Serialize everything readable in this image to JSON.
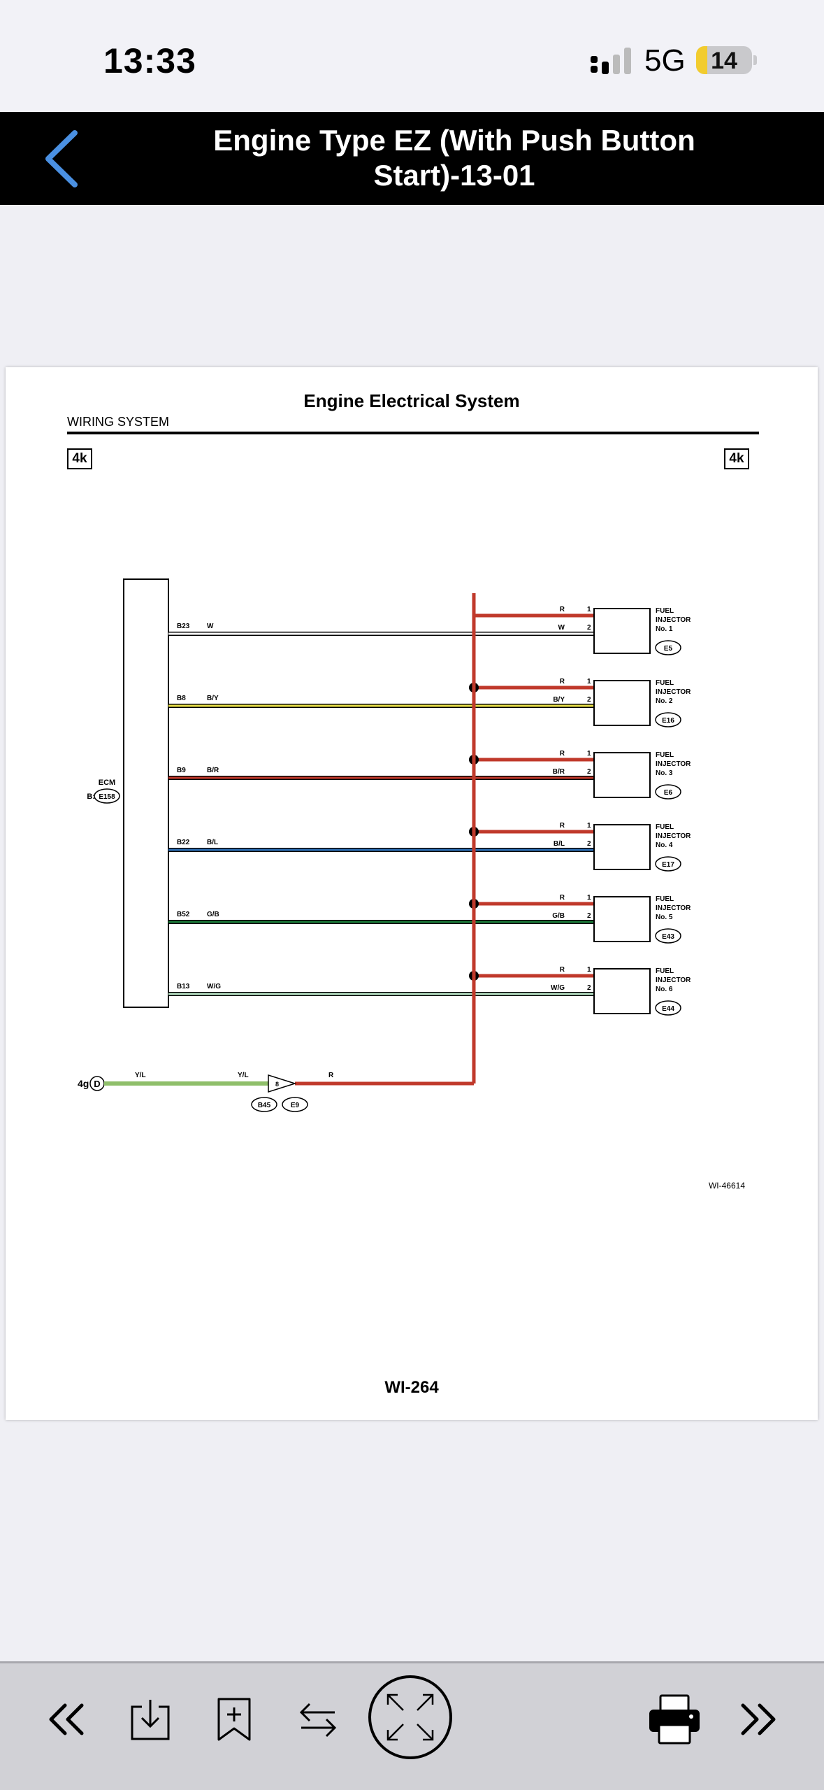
{
  "status_bar": {
    "time": "13:33",
    "network": "5G",
    "battery": "14"
  },
  "nav": {
    "title": "Engine Type EZ (With Push Button Start)-13-01"
  },
  "document": {
    "title": "Engine Electrical System",
    "section": "WIRING SYSTEM",
    "badge_left": "4k",
    "badge_right": "4k",
    "figure_id": "WI-46614",
    "page_number": "WI-264"
  },
  "diagram": {
    "ecm": {
      "label": "ECM",
      "connector_prefix": "B:",
      "connector": "E158"
    },
    "ground": {
      "pin": "4g",
      "symbol": "D",
      "color_left": "Y/L"
    },
    "junction": {
      "color_in": "Y/L",
      "color_out": "R",
      "pin": "8",
      "connectors": [
        "B45",
        "E9"
      ]
    },
    "circuits": [
      {
        "ecm_pin": "B23",
        "wire_color": "W",
        "supply_color": "R",
        "supply_pin": "1",
        "signal_color": "W",
        "signal_pin": "2",
        "injector": [
          "FUEL",
          "INJECTOR",
          "No. 1"
        ],
        "connector": "E5",
        "stripe": "#ffffff"
      },
      {
        "ecm_pin": "B8",
        "wire_color": "B/Y",
        "supply_color": "R",
        "supply_pin": "1",
        "signal_color": "B/Y",
        "signal_pin": "2",
        "injector": [
          "FUEL",
          "INJECTOR",
          "No. 2"
        ],
        "connector": "E16",
        "stripe": "#e8df4a"
      },
      {
        "ecm_pin": "B9",
        "wire_color": "B/R",
        "supply_color": "R",
        "supply_pin": "1",
        "signal_color": "B/R",
        "signal_pin": "2",
        "injector": [
          "FUEL",
          "INJECTOR",
          "No. 3"
        ],
        "connector": "E6",
        "stripe": "#c0392b"
      },
      {
        "ecm_pin": "B22",
        "wire_color": "B/L",
        "supply_color": "R",
        "supply_pin": "1",
        "signal_color": "B/L",
        "signal_pin": "2",
        "injector": [
          "FUEL",
          "INJECTOR",
          "No. 4"
        ],
        "connector": "E17",
        "stripe": "#2e6fb5"
      },
      {
        "ecm_pin": "B52",
        "wire_color": "G/B",
        "supply_color": "R",
        "supply_pin": "1",
        "signal_color": "G/B",
        "signal_pin": "2",
        "injector": [
          "FUEL",
          "INJECTOR",
          "No. 5"
        ],
        "connector": "E43",
        "stripe": "#1c7a3a"
      },
      {
        "ecm_pin": "B13",
        "wire_color": "W/G",
        "supply_color": "R",
        "supply_pin": "1",
        "signal_color": "W/G",
        "signal_pin": "2",
        "injector": [
          "FUEL",
          "INJECTOR",
          "No. 6"
        ],
        "connector": "E44",
        "stripe": "#b9e3c6"
      }
    ]
  },
  "toolbar": {
    "buttons": [
      "double-chevron-left-icon",
      "download-icon",
      "bookmark-add-icon",
      "swap-icon",
      "fullscreen-icon",
      "printer-icon",
      "double-chevron-right-icon"
    ]
  },
  "colors": {
    "accent": "#4a90e2",
    "nav_background": "#000000",
    "wire_red": "#c0392b",
    "wire_green": "#8fbf6a"
  }
}
